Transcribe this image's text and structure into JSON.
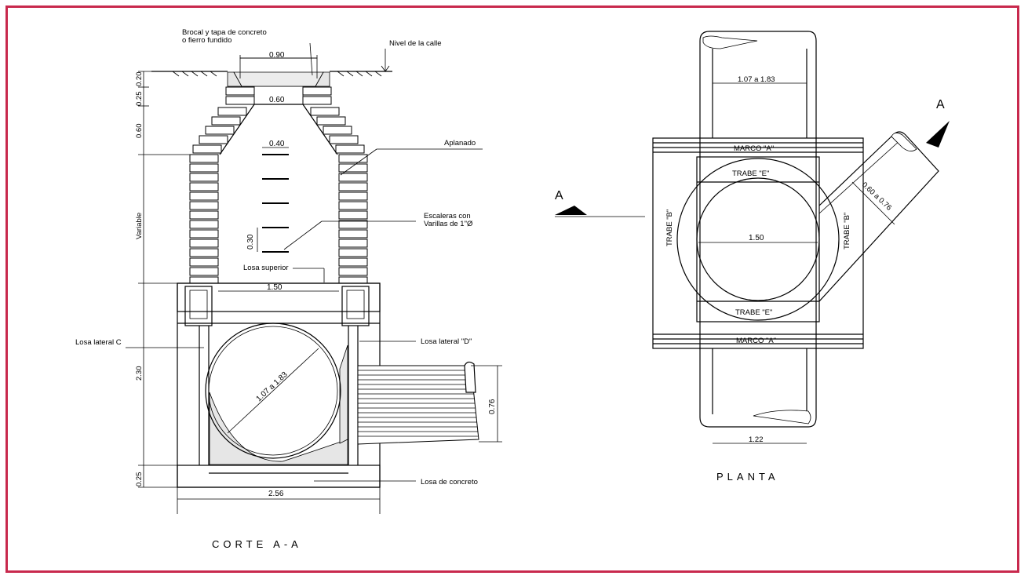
{
  "section": {
    "title": "CORTE A-A",
    "labels": {
      "brocal": "Brocal y tapa de concreto",
      "brocal2": "o fierro fundido",
      "nivel_calle": "Nivel de la calle",
      "aplanado": "Aplanado",
      "escaleras": "Escaleras con",
      "escaleras2": "Varillas de 1\"Ø",
      "losa_superior": "Losa superior",
      "losa_lateral_c": "Losa lateral C",
      "losa_lateral_d": "Losa lateral \"D\"",
      "losa_concreto": "Losa de concreto"
    },
    "dims": {
      "d090": "0.90",
      "d060": "0.60",
      "d040": "0.40",
      "d030": "0.30",
      "d150": "1.50",
      "d256": "2.56",
      "d076": "0.76",
      "pipe": "1.07 a 1.83",
      "v020": "0.20",
      "v025a": "0.25",
      "v060": "0.60",
      "variable": "Variable",
      "v230": "2.30",
      "v025b": "0.25"
    }
  },
  "plan": {
    "title": "PLANTA",
    "labels": {
      "marco_top": "MARCO \"A\"",
      "marco_bottom": "MARCO \"A\"",
      "trabe_e_top": "TRABE \"E\"",
      "trabe_e_bottom": "TRABE \"E\"",
      "trabe_b_left": "TRABE \"B\"",
      "trabe_b_right": "TRABE \"B\""
    },
    "dims": {
      "pipe_top": "1.07 a 1.83",
      "center": "1.50",
      "bottom": "1.22",
      "diag": "0.60 a 0.76"
    }
  },
  "section_markers": {
    "left": "A",
    "right": "A"
  },
  "colors": {
    "frame": "#c8294d",
    "line": "#000000"
  }
}
